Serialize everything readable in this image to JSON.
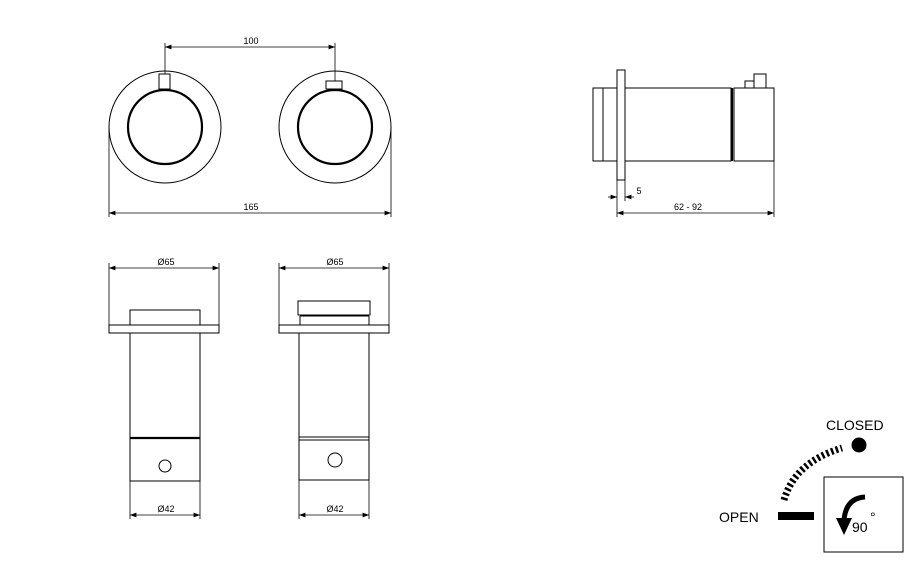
{
  "front_view": {
    "dim_spacing": "100",
    "dim_width": "165"
  },
  "side_view": {
    "dim_flange": "5",
    "dim_depth": "62 - 92"
  },
  "section_left": {
    "dim_top": "Ø65",
    "dim_bottom": "Ø42"
  },
  "section_right": {
    "dim_top": "Ø65",
    "dim_bottom": "Ø42"
  },
  "legend": {
    "closed_label": "CLOSED",
    "open_label": "OPEN",
    "rotation": "90",
    "degree": "°"
  }
}
